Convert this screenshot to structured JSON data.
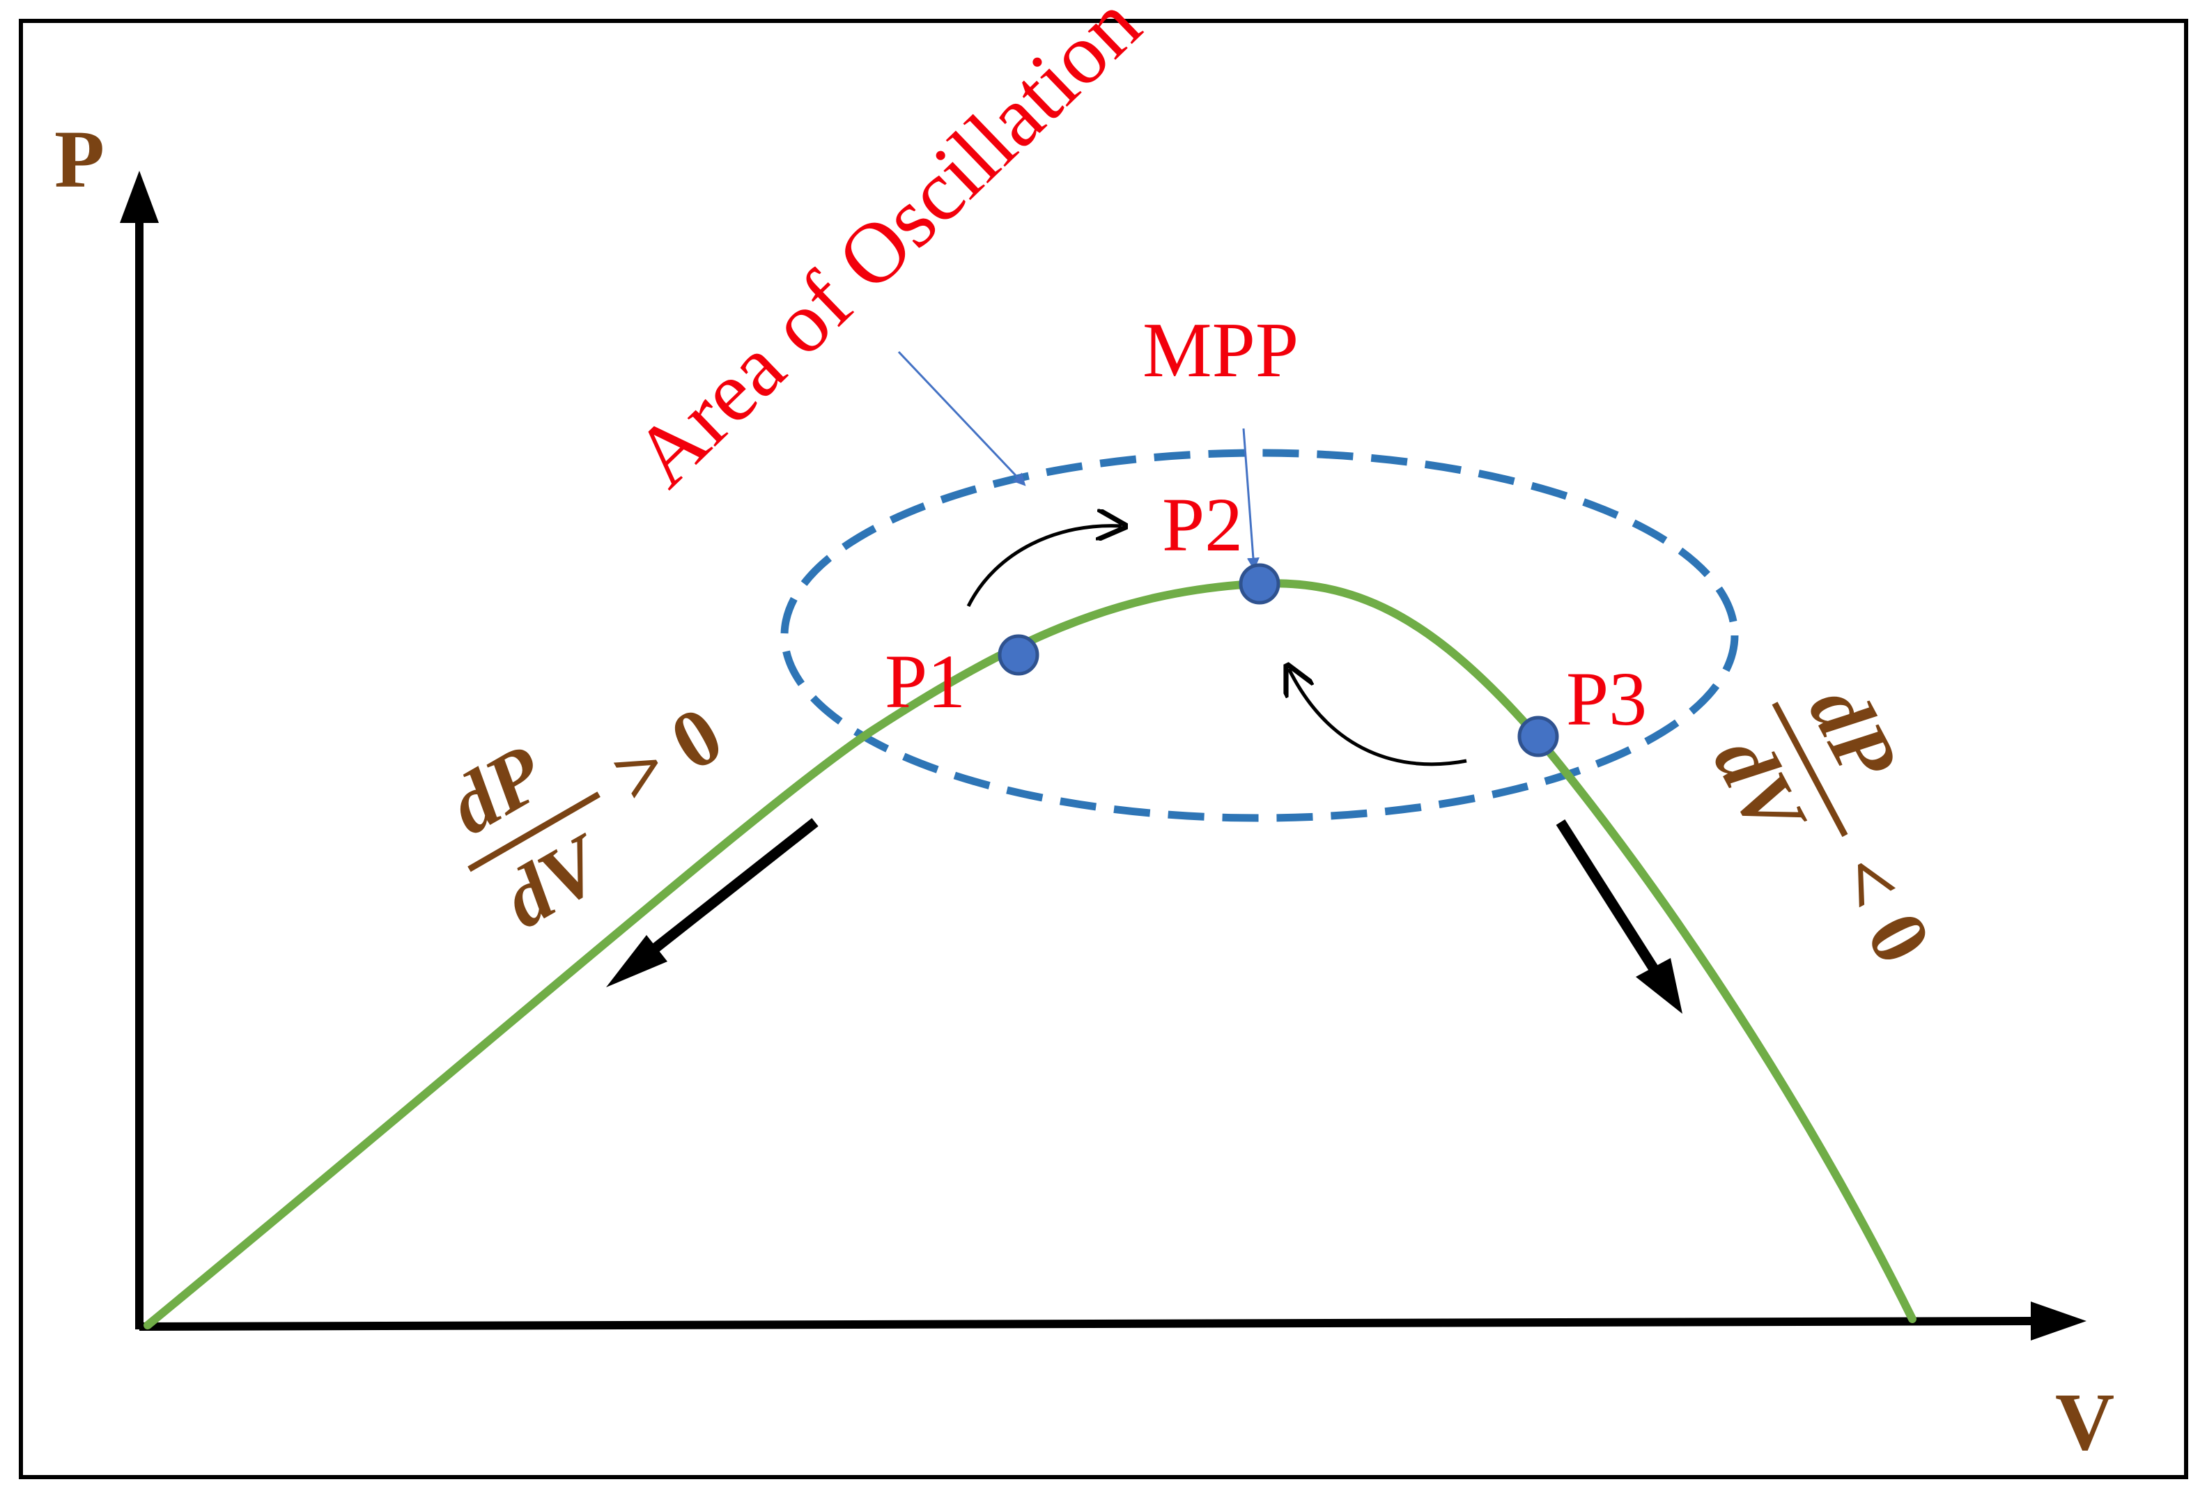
{
  "axes": {
    "y_label": "P",
    "x_label": "V"
  },
  "annotations": {
    "area_label": "Area of Oscillation",
    "mpp_label": "MPP",
    "points": [
      {
        "label": "P1"
      },
      {
        "label": "P2"
      },
      {
        "label": "P3"
      }
    ],
    "left_slope": {
      "numerator": "dP",
      "denominator": "dV",
      "relation": "> 0"
    },
    "right_slope": {
      "numerator": "dP",
      "denominator": "dV",
      "relation": "< 0"
    }
  },
  "colors": {
    "curve": "#70ad47",
    "ellipse": "#2e75b6",
    "point_fill": "#4472c4",
    "point_stroke": "#2f528f",
    "red_text": "#f2000b",
    "brown_text": "#7a4314",
    "axis": "#000000"
  }
}
